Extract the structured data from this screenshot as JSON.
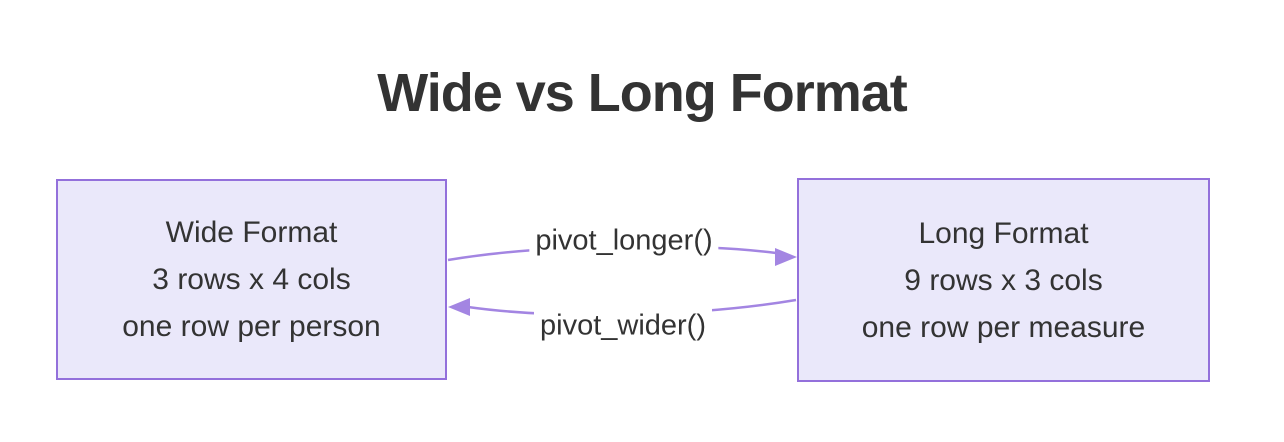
{
  "title": {
    "text": "Wide vs Long Format"
  },
  "diagram": {
    "type": "flowchart",
    "nodes": [
      {
        "id": "wide",
        "lines": [
          "Wide Format",
          "3 rows x 4 cols",
          "one row per person"
        ]
      },
      {
        "id": "long",
        "lines": [
          "Long Format",
          "9 rows x 3 cols",
          "one row per measure"
        ]
      }
    ],
    "edges": [
      {
        "label": "pivot_longer()",
        "from": "wide",
        "to": "long",
        "direction": "left-to-right"
      },
      {
        "label": "pivot_wider()",
        "from": "long",
        "to": "wide",
        "direction": "right-to-left"
      }
    ],
    "colors": {
      "background": "#ffffff",
      "node_fill": "#eae8fa",
      "node_border": "#9370DB",
      "edge_line": "#a385e2",
      "text": "#333333",
      "edge_label_bg": "#ffffff"
    }
  }
}
